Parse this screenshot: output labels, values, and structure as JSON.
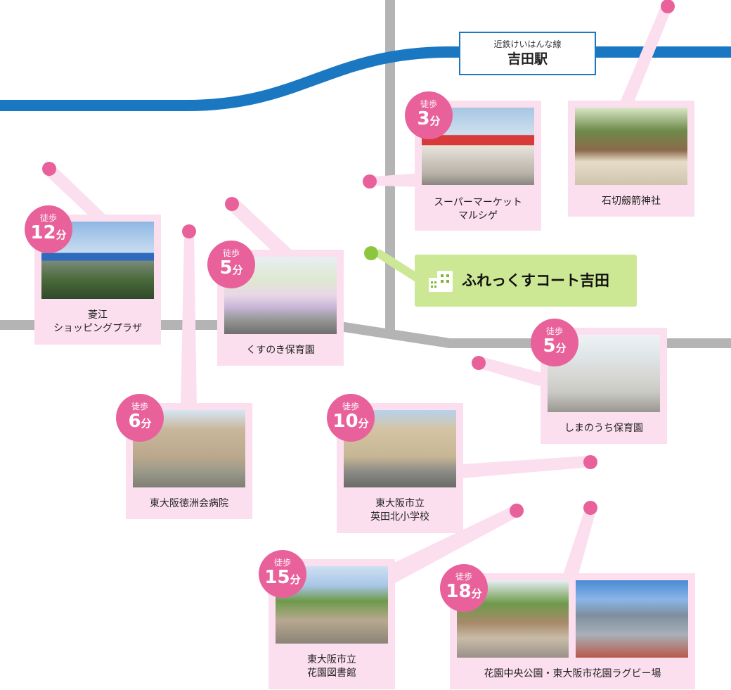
{
  "station": {
    "line": "近鉄けいはんな線",
    "name": "吉田駅"
  },
  "home": {
    "name": "ふれっくすコート吉田",
    "icon": "building-icon",
    "color": "#7cb82f"
  },
  "colors": {
    "railway": "#1a78c2",
    "road": "#b4b4b4",
    "card": "#fcdfee",
    "pin": "#e8619b",
    "home_bg": "#cde895"
  },
  "walk_label": "徒歩",
  "min_unit": "分",
  "places": [
    {
      "id": "marushige",
      "lines": [
        "スーパーマーケット",
        "マルシゲ"
      ],
      "minutes": "3"
    },
    {
      "id": "ishikiri",
      "lines": [
        "石切劔箭神社"
      ]
    },
    {
      "id": "hishie",
      "lines": [
        "菱江",
        "ショッピングプラザ"
      ],
      "minutes": "12"
    },
    {
      "id": "kusunoki",
      "lines": [
        "くすのき保育園"
      ],
      "minutes": "5"
    },
    {
      "id": "shimanouchi",
      "lines": [
        "しまのうち保育園"
      ],
      "minutes": "5"
    },
    {
      "id": "tokushukai",
      "lines": [
        "東大阪徳洲会病院"
      ],
      "minutes": "6"
    },
    {
      "id": "eidakita",
      "lines": [
        "東大阪市立",
        "英田北小学校"
      ],
      "minutes": "10"
    },
    {
      "id": "library",
      "lines": [
        "東大阪市立",
        "花園図書館"
      ],
      "minutes": "15"
    },
    {
      "id": "hanazono",
      "lines": [
        "花園中央公園・東大阪市花園ラグビー場"
      ],
      "minutes": "18"
    }
  ]
}
